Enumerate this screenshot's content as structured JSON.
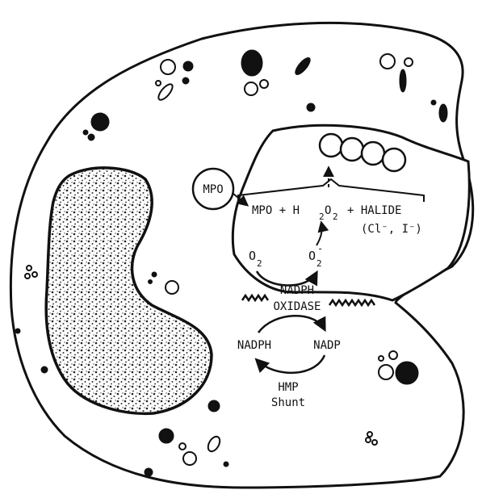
{
  "diagram": {
    "labels": {
      "mpo_granule": "MPO",
      "reaction_mpo": "MPO + H",
      "h2o2_sub_a": "2",
      "h2o2_o": "O",
      "h2o2_sub_b": "2",
      "plus_halide": "+ HALIDE",
      "halide_ions": "(Cl⁻, I⁻)",
      "o2": "O",
      "o2_sub": "2",
      "superoxide": "O",
      "superoxide_sub": "2",
      "superoxide_sup": "-",
      "nadph_oxidase_line1": "NADPH",
      "nadph_oxidase_line2": "OXIDASE",
      "nadph": "NADPH",
      "nadp": "NADP",
      "hmp_line1": "HMP",
      "hmp_line2": "Shunt"
    }
  }
}
